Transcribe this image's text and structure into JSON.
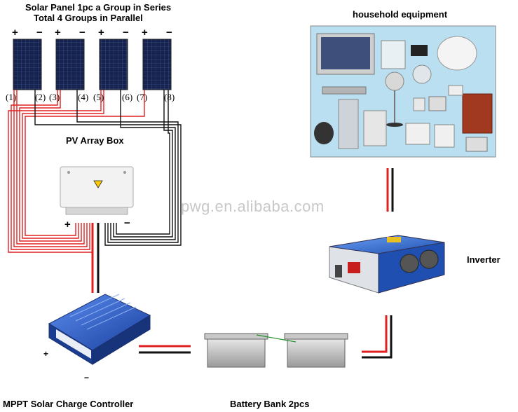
{
  "header": {
    "line1": "Solar Panel 1pc a Group in Series",
    "line2": "Total 4 Groups in Parallel"
  },
  "panels": [
    {
      "plus": "+",
      "minus": "−",
      "left_label": "(1)",
      "right_label": "(2)"
    },
    {
      "plus": "+",
      "minus": "−",
      "left_label": "(3)",
      "right_label": "(4)"
    },
    {
      "plus": "+",
      "minus": "−",
      "left_label": "(5)",
      "right_label": "(6)"
    },
    {
      "plus": "+",
      "minus": "−",
      "left_label": "(7)",
      "right_label": "(8)"
    }
  ],
  "labels": {
    "household": "household equipment",
    "pv_box": "PV Array Box",
    "pv_plus": "+",
    "pv_minus": "−",
    "watermark": "pwg.en.alibaba.com",
    "inverter": "Inverter",
    "controller": "MPPT Solar Charge Controller",
    "controller_plus": "+",
    "controller_minus": "−",
    "battery": "Battery Bank 2pcs"
  },
  "colors": {
    "positive_wire": "#e02020",
    "negative_wire": "#111111",
    "panel_cell": "#1a2a5a",
    "appliance_bg": "#b9dff0",
    "controller_blue": "#1f4fbf",
    "inverter_blue": "#2a5fc8"
  }
}
